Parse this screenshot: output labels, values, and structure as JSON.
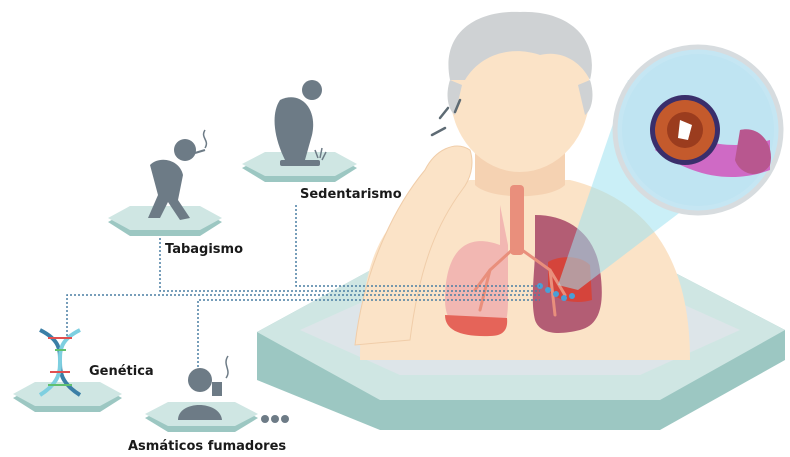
{
  "labels": {
    "tabagismo": "Tabagismo",
    "sedentarismo": "Sedentarismo",
    "genetica": "Genética",
    "asmaticos": "Asmáticos fumadores"
  },
  "icons": [
    "smoking-person-icon",
    "sedentary-person-icon",
    "dna-icon",
    "smoking-asthmatic-icon",
    "ellipsis-icon"
  ],
  "colors": {
    "platform": "#cfe6e3",
    "platform_edge": "#9cc7c2",
    "figure": "#6d7b86",
    "skin": "#fbe3c7",
    "hair": "#cfd2d4",
    "lung_healthy": "#f2b7b2",
    "lung_diseased": "#b35d74",
    "trachea": "#e98f7c",
    "connector": "#4a7fa3"
  }
}
